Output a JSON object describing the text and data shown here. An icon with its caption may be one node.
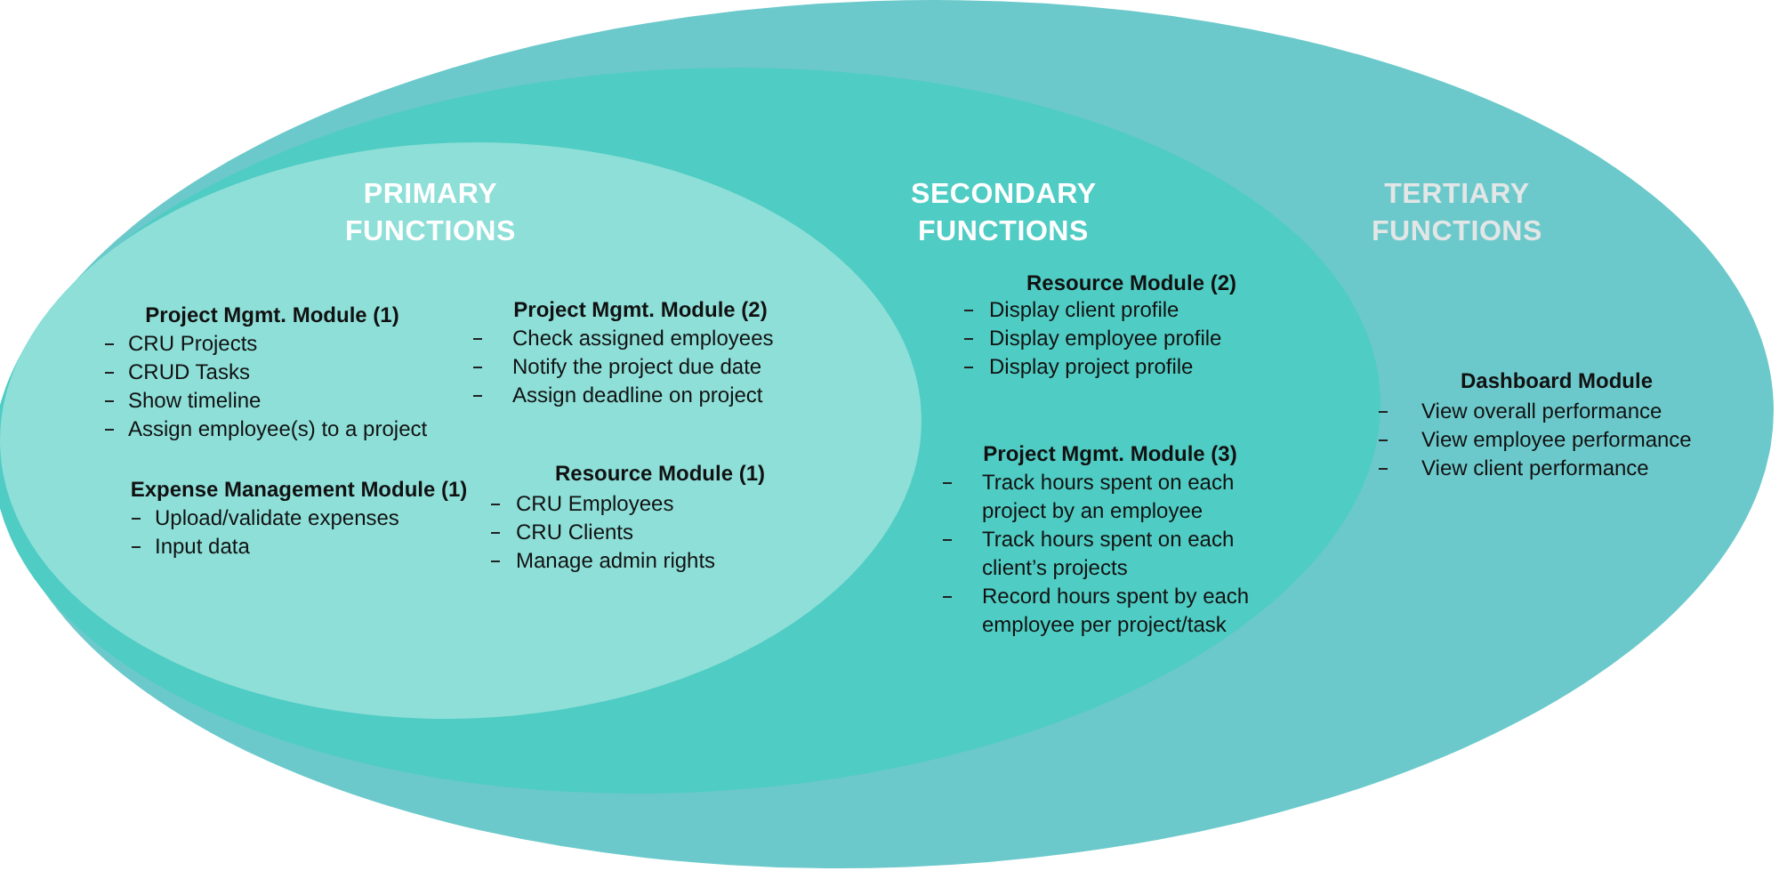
{
  "diagram": {
    "nodes": [
      {
        "text": [
          "TERTIARY FUNCTIONS",
          "Dashboard Module",
          "View overall performance",
          "View employee performance",
          "View client performance"
        ]
      },
      {
        "text": [
          "SECONDARY FUNCTIONS",
          "Resource Module (2)",
          "Display client profile",
          "Display employee profile",
          "Display project profile",
          "Project Mgmt. Module (3)",
          "Track hours spent on each project by an employee",
          "Track hours spent on each client’s projects",
          "Record hours spent by each employee per project/task"
        ],
        "in": 0
      },
      {
        "text": [
          "PRIMARY FUNCTIONS",
          "Project Mgmt. Module (1)",
          "CRU Projects",
          "CRUD Tasks",
          "Show timeline",
          "Assign employee(s) to a project",
          "Expense Management Module (1)",
          "Upload/validate expenses",
          "Input data",
          "Project Mgmt. Module (2)",
          "Check assigned employees",
          "Notify the project due date",
          "Assign deadline on project",
          "Resource Module (1)",
          "CRU Employees",
          "CRU Clients",
          "Manage admin rights"
        ],
        "in": 1
      }
    ],
    "edges": []
  }
}
